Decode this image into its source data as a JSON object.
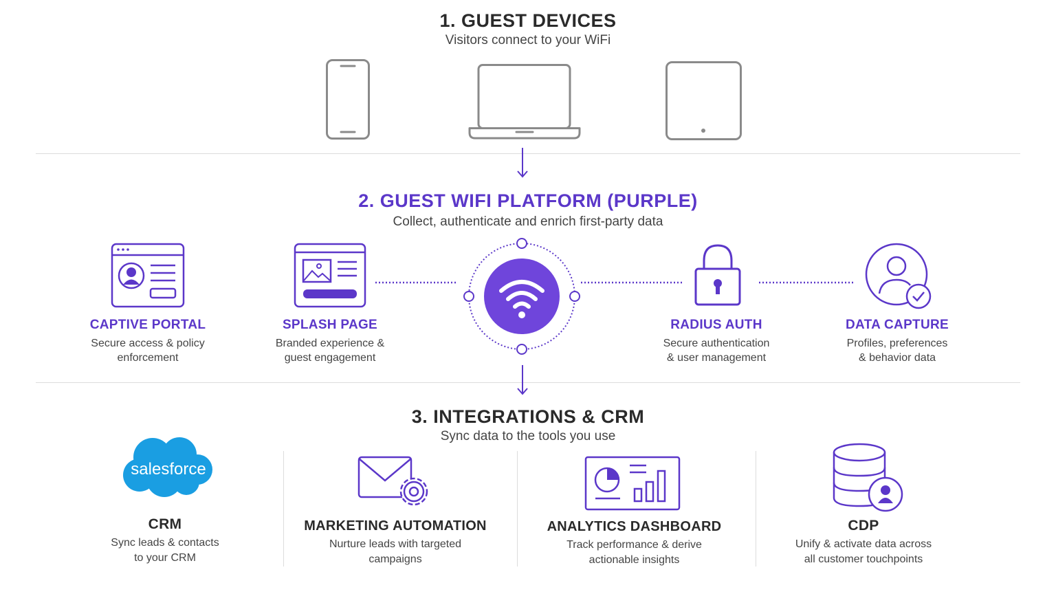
{
  "section1": {
    "title": "1. GUEST DEVICES",
    "subtitle": "Visitors connect to your WiFi",
    "devices": [
      "phone-icon",
      "laptop-icon",
      "tablet-icon"
    ]
  },
  "section2": {
    "title": "2. GUEST WIFI PLATFORM (PURPLE)",
    "subtitle": "Collect, authenticate and enrich first-party data",
    "features": [
      {
        "icon": "captive-portal-icon",
        "title": "CAPTIVE PORTAL",
        "line1": "Secure access & policy",
        "line2": "enforcement"
      },
      {
        "icon": "splash-page-icon",
        "title": "SPLASH PAGE",
        "line1": "Branded experience &",
        "line2": "guest engagement"
      },
      {
        "icon": "padlock-icon",
        "title": "RADIUS AUTH",
        "line1": "Secure authentication",
        "line2": "& user management"
      },
      {
        "icon": "user-check-icon",
        "title": "DATA CAPTURE",
        "line1": "Profiles, preferences",
        "line2": "& behavior data"
      }
    ]
  },
  "section3": {
    "title": "3. INTEGRATIONS & CRM",
    "subtitle": "Sync data to the tools you use",
    "integrations": [
      {
        "icon": "salesforce-logo",
        "logo_text": "salesforce",
        "title": "CRM",
        "line1": "Sync leads & contacts",
        "line2": "to your CRM"
      },
      {
        "icon": "envelope-gear-icon",
        "title": "MARKETING AUTOMATION",
        "line1": "Nurture leads with targeted",
        "line2": "campaigns"
      },
      {
        "icon": "dashboard-icon",
        "title": "ANALYTICS DASHBOARD",
        "line1": "Track performance & derive",
        "line2": "actionable insights"
      },
      {
        "icon": "database-user-icon",
        "title": "CDP",
        "line1": "Unify & activate data across",
        "line2": "all customer touchpoints"
      }
    ]
  },
  "colors": {
    "accent": "#5b37c9",
    "accent_light": "#7b55e0",
    "device_gray": "#8a8a8a",
    "salesforce_blue": "#1a9ee2"
  }
}
